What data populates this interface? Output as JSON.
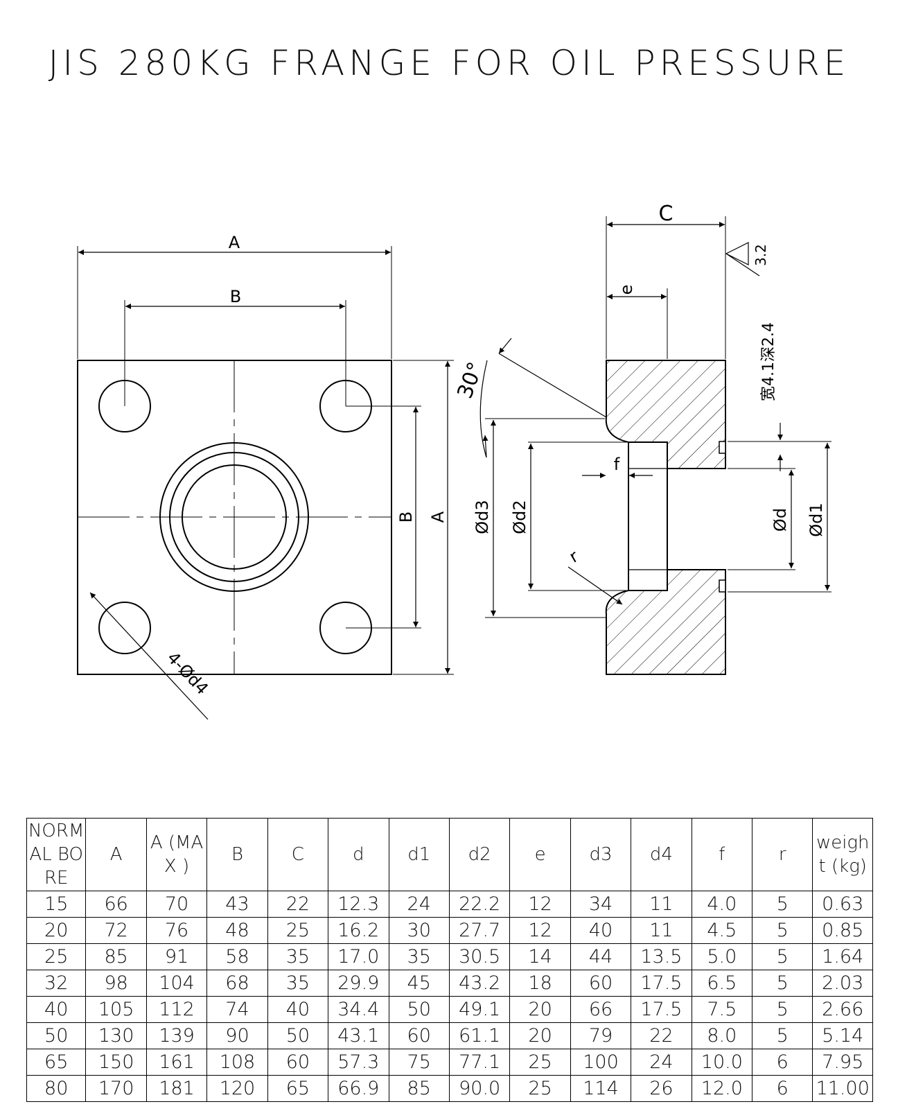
{
  "title": "JIS 280KG FRANGE FOR OIL PRESSURE",
  "drawing": {
    "dim_A_top": "A",
    "dim_B_top": "B",
    "dim_B_side": "B",
    "dim_A_side": "A",
    "hole_callout": "4-Ød4",
    "dim_C": "C",
    "dim_e": "e",
    "dim_f": "f",
    "dim_r": "r",
    "angle": "30°",
    "roughness": "3.2",
    "groove_note": "宽4.1深2.4",
    "dia_d3": "Ød3",
    "dia_d2": "Ød2",
    "dia_d": "Ød",
    "dia_d1": "Ød1"
  },
  "table": {
    "headers": [
      "NORMAL BORE",
      "A",
      "A (MAX )",
      "B",
      "C",
      "d",
      "d1",
      "d2",
      "e",
      "d3",
      "d4",
      "f",
      "r",
      "weight (kg)"
    ],
    "rows": [
      [
        "15",
        "66",
        "70",
        "43",
        "22",
        "12.3",
        "24",
        "22.2",
        "12",
        "34",
        "11",
        "4.0",
        "5",
        "0.63"
      ],
      [
        "20",
        "72",
        "76",
        "48",
        "25",
        "16.2",
        "30",
        "27.7",
        "12",
        "40",
        "11",
        "4.5",
        "5",
        "0.85"
      ],
      [
        "25",
        "85",
        "91",
        "58",
        "35",
        "17.0",
        "35",
        "30.5",
        "14",
        "44",
        "13.5",
        "5.0",
        "5",
        "1.64"
      ],
      [
        "32",
        "98",
        "104",
        "68",
        "35",
        "29.9",
        "45",
        "43.2",
        "18",
        "60",
        "17.5",
        "6.5",
        "5",
        "2.03"
      ],
      [
        "40",
        "105",
        "112",
        "74",
        "40",
        "34.4",
        "50",
        "49.1",
        "20",
        "66",
        "17.5",
        "7.5",
        "5",
        "2.66"
      ],
      [
        "50",
        "130",
        "139",
        "90",
        "50",
        "43.1",
        "60",
        "61.1",
        "20",
        "79",
        "22",
        "8.0",
        "5",
        "5.14"
      ],
      [
        "65",
        "150",
        "161",
        "108",
        "60",
        "57.3",
        "75",
        "77.1",
        "25",
        "100",
        "24",
        "10.0",
        "6",
        "7.95"
      ],
      [
        "80",
        "170",
        "181",
        "120",
        "65",
        "66.9",
        "85",
        "90.0",
        "25",
        "114",
        "26",
        "12.0",
        "6",
        "11.00"
      ]
    ]
  }
}
